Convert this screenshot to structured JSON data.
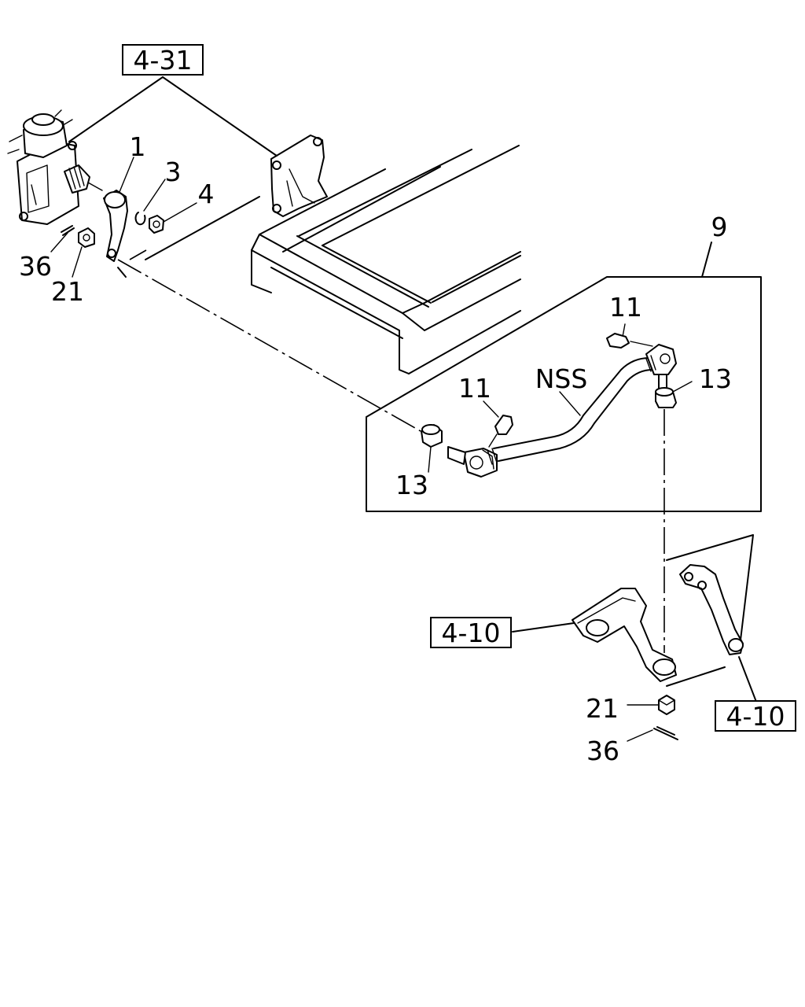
{
  "references": {
    "steering_gear": "4-31",
    "idler_arm_left": "4-10",
    "idler_arm_right": "4-10"
  },
  "callouts": {
    "pitman_arm": "1",
    "lock_washer": "3",
    "nut_pitman": "4",
    "cotter_pin_upper": "36",
    "castle_nut_upper": "21",
    "assembly": "9",
    "grease_nipple_right": "11",
    "grease_nipple_left": "11",
    "not_serviced": "NSS",
    "dust_boot_right": "13",
    "dust_boot_left": "13",
    "castle_nut_lower": "21",
    "cotter_pin_lower": "36"
  }
}
